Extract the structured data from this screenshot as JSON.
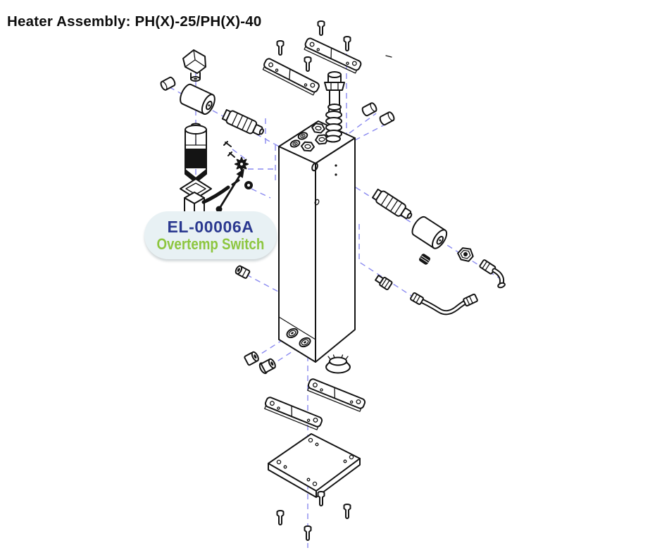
{
  "page": {
    "title": "Heater Assembly: PH(X)-25/PH(X)-40",
    "background_color": "#ffffff"
  },
  "callout": {
    "part_number": "EL-00006A",
    "part_name": "Overtemp Switch",
    "colors": {
      "pill_background": "#e8f1f4",
      "part_number_text": "#2b3990",
      "part_name_text": "#8dc63f"
    }
  },
  "diagram": {
    "kind": "exploded-parts-diagram",
    "colors": {
      "part_outline": "#141414",
      "guide_line": "#8a8af0"
    }
  }
}
